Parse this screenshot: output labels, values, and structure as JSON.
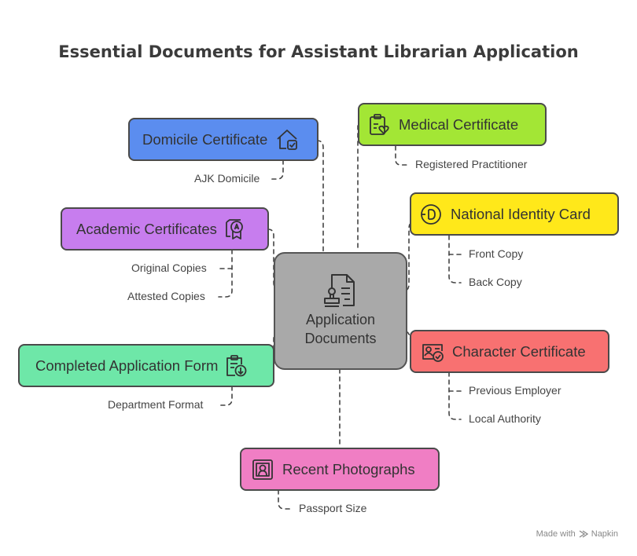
{
  "title": "Essential Documents for Assistant Librarian Application",
  "center": {
    "line1": "Application",
    "line2": "Documents"
  },
  "nodes": {
    "domicile": {
      "label": "Domicile Certificate",
      "color": "#5b8def",
      "icon": "house-check-icon",
      "items": [
        "AJK Domicile"
      ]
    },
    "medical": {
      "label": "Medical Certificate",
      "color": "#a3e635",
      "icon": "clipboard-heart-icon",
      "items": [
        "Registered Practitioner"
      ]
    },
    "academic": {
      "label": "Academic Certificates",
      "color": "#c77dee",
      "icon": "award-icon",
      "items": [
        "Original Copies",
        "Attested Copies"
      ]
    },
    "national_id": {
      "label": "National Identity Card",
      "color": "#ffe81a",
      "icon": "id-badge-icon",
      "items": [
        "Front Copy",
        "Back Copy"
      ]
    },
    "application_form": {
      "label": "Completed Application Form",
      "color": "#6ee7a8",
      "icon": "clipboard-download-icon",
      "items": [
        "Department Format"
      ]
    },
    "character": {
      "label": "Character Certificate",
      "color": "#f87171",
      "icon": "id-card-check-icon",
      "items": [
        "Previous Employer",
        "Local Authority"
      ]
    },
    "photographs": {
      "label": "Recent Photographs",
      "color": "#f07ec4",
      "icon": "portrait-icon",
      "items": [
        "Passport Size"
      ]
    }
  },
  "footer": {
    "made_with": "Made with",
    "brand": "Napkin"
  }
}
